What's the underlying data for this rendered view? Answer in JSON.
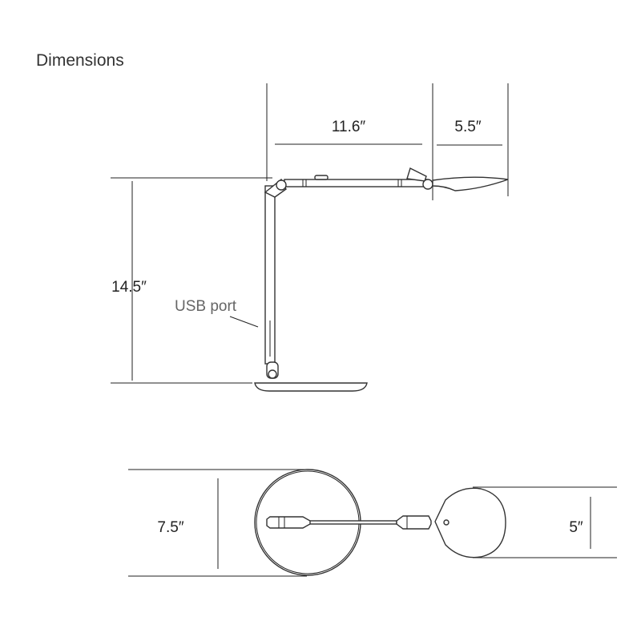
{
  "title": "Dimensions",
  "side_view": {
    "arm_length": "11.6″",
    "head_length": "5.5″",
    "height": "14.5″",
    "usb_label": "USB port"
  },
  "top_view": {
    "base_diameter": "7.5″",
    "head_diameter": "5″"
  }
}
